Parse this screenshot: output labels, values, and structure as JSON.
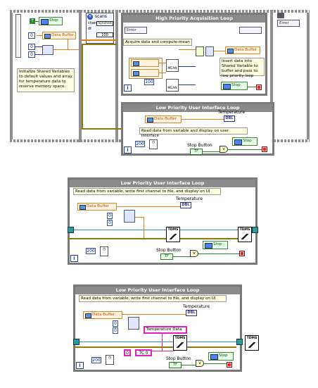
{
  "panel_a": {
    "init_comment": "Initialize Shared Variables to default values and array for temperature data to reserve memory space.",
    "stop_label": "Stop",
    "data_buffer_label": "Data Buffer",
    "const_0a": "0",
    "const_0b": "0",
    "const_0c": "0",
    "true_const": "T",
    "daq_header": "scans",
    "daq_item1": "chan",
    "daq_item2": "dt",
    "daq_item3": "Synched",
    "daq_item4": "100",
    "hp_loop_title": "High Priority Acquisition Loop",
    "hp_error": "Error",
    "hp_acquire_comment": "Acquire data and compute mean",
    "hp_insert_comment": "Insert data into Shared Variable to buffer and pass to low priority loop",
    "hp_data_buffer": "Data Buffer",
    "hp_mean1": "MEAN",
    "hp_mean2": "MEAN",
    "hp_const_100": "100",
    "hp_stop": "Stop",
    "hp_iter": "i",
    "error_out": "Error",
    "lp_loop_title": "Low Priority User Interface Loop",
    "lp_comment": "Read data from variable and display on user interface",
    "lp_data_buffer": "Data Buffer",
    "lp_temperature": "Temperature",
    "lp_const_200": "200",
    "lp_stop_button": "Stop Button",
    "lp_stop": "Stop",
    "lp_iter": "i"
  },
  "panel_b": {
    "loop_title": "Low Priority User Interface Loop",
    "comment": "Read data from variable, write first channel to file, and display on UI",
    "temperature": "Temperature",
    "data_buffer": "Data Buffer",
    "const_0": "0",
    "const_1": "0",
    "tdms_label": "TDMS",
    "tdms_close_label": "TDMS",
    "const_200": "200",
    "stop_button": "Stop Button",
    "stop": "Stop",
    "iter": "i"
  },
  "panel_c": {
    "loop_title": "Low Priority User Interface Loop",
    "comment": "Read data from variable, write first channel to file, and display on UI",
    "temperature": "Temperature",
    "data_buffer": "Data Buffer",
    "temperature_data": "Temperature Data",
    "tc0": "TC 0",
    "const_0": "0",
    "const_1": "0",
    "tdms_label": "TDMS",
    "tdms_close_label": "TDMS",
    "const_200": "200",
    "stop_button": "Stop Button",
    "stop": "Stop",
    "iter": "i"
  }
}
